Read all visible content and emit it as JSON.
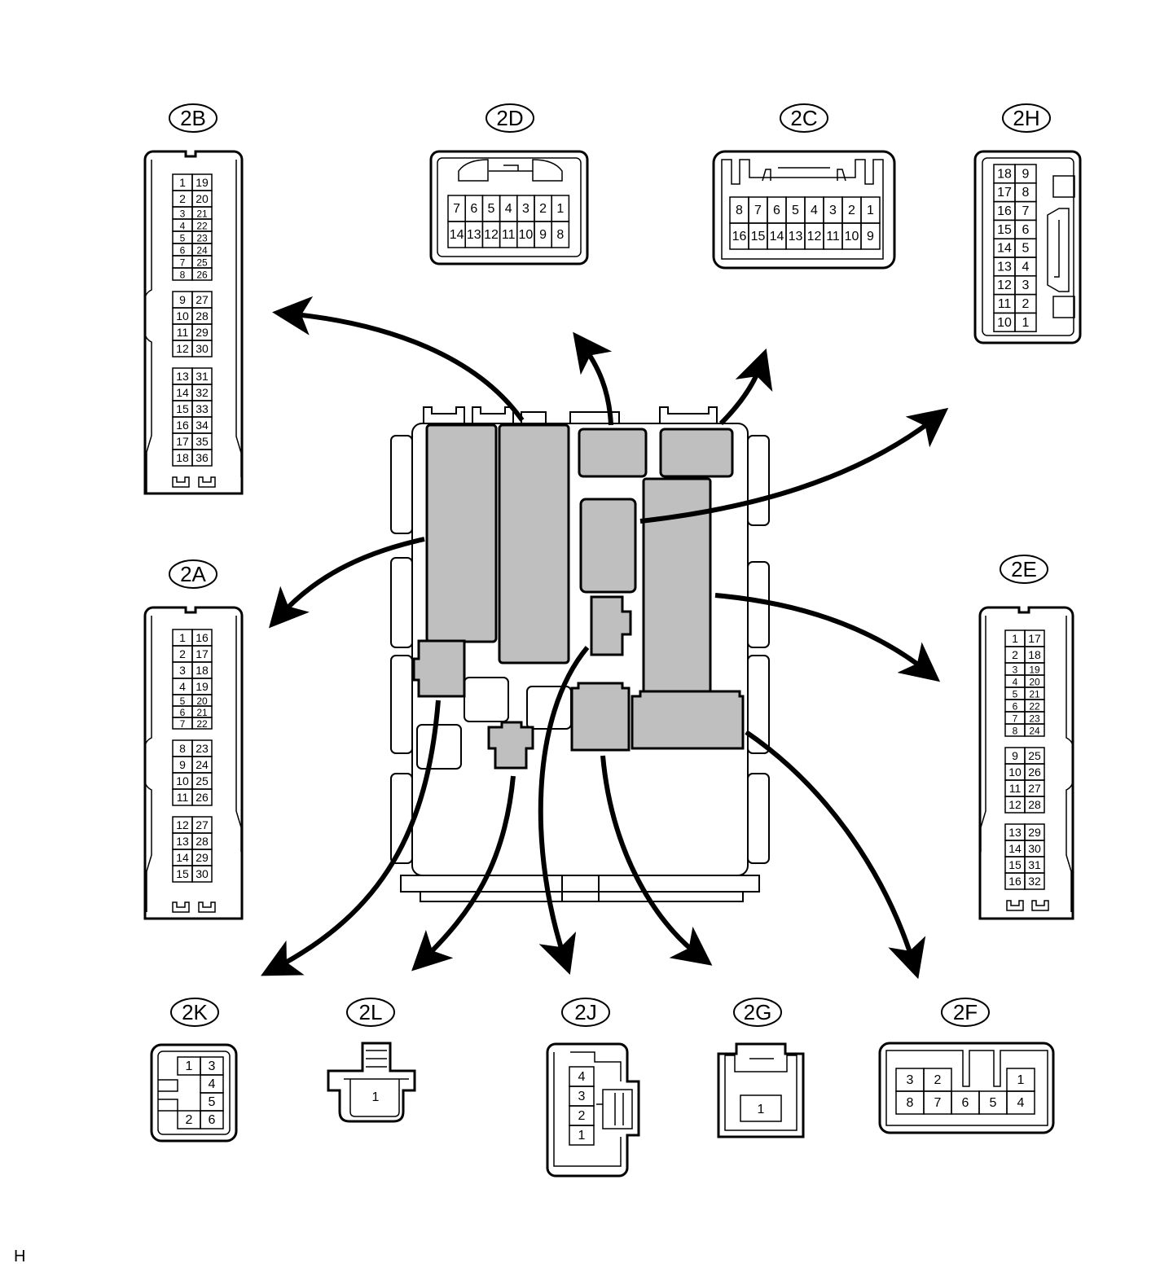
{
  "corner_label": "H",
  "connectors": {
    "2B": {
      "label": "2B",
      "pins": [
        [
          "1",
          "19"
        ],
        [
          "2",
          "20"
        ],
        [
          "3",
          "21"
        ],
        [
          "4",
          "22"
        ],
        [
          "5",
          "23"
        ],
        [
          "6",
          "24"
        ],
        [
          "7",
          "25"
        ],
        [
          "8",
          "26"
        ],
        [
          "9",
          "27"
        ],
        [
          "10",
          "28"
        ],
        [
          "11",
          "29"
        ],
        [
          "12",
          "30"
        ],
        [
          "13",
          "31"
        ],
        [
          "14",
          "32"
        ],
        [
          "15",
          "33"
        ],
        [
          "16",
          "34"
        ],
        [
          "17",
          "35"
        ],
        [
          "18",
          "36"
        ]
      ]
    },
    "2A": {
      "label": "2A",
      "pins": [
        [
          "1",
          "16"
        ],
        [
          "2",
          "17"
        ],
        [
          "3",
          "18"
        ],
        [
          "4",
          "19"
        ],
        [
          "5",
          "20"
        ],
        [
          "6",
          "21"
        ],
        [
          "7",
          "22"
        ],
        [
          "8",
          "23"
        ],
        [
          "9",
          "24"
        ],
        [
          "10",
          "25"
        ],
        [
          "11",
          "26"
        ],
        [
          "12",
          "27"
        ],
        [
          "13",
          "28"
        ],
        [
          "14",
          "29"
        ],
        [
          "15",
          "30"
        ]
      ]
    },
    "2E": {
      "label": "2E",
      "pins": [
        [
          "1",
          "17"
        ],
        [
          "2",
          "18"
        ],
        [
          "3",
          "19"
        ],
        [
          "4",
          "20"
        ],
        [
          "5",
          "21"
        ],
        [
          "6",
          "22"
        ],
        [
          "7",
          "23"
        ],
        [
          "8",
          "24"
        ],
        [
          "9",
          "25"
        ],
        [
          "10",
          "26"
        ],
        [
          "11",
          "27"
        ],
        [
          "12",
          "28"
        ],
        [
          "13",
          "29"
        ],
        [
          "14",
          "30"
        ],
        [
          "15",
          "31"
        ],
        [
          "16",
          "32"
        ]
      ]
    },
    "2D": {
      "label": "2D",
      "rows": [
        [
          "7",
          "6",
          "5",
          "4",
          "3",
          "2",
          "1"
        ],
        [
          "14",
          "13",
          "12",
          "11",
          "10",
          "9",
          "8"
        ]
      ]
    },
    "2C": {
      "label": "2C",
      "rows": [
        [
          "8",
          "7",
          "6",
          "5",
          "4",
          "3",
          "2",
          "1"
        ],
        [
          "16",
          "15",
          "14",
          "13",
          "12",
          "11",
          "10",
          "9"
        ]
      ]
    },
    "2H": {
      "label": "2H",
      "pins": [
        [
          "18",
          "9"
        ],
        [
          "17",
          "8"
        ],
        [
          "16",
          "7"
        ],
        [
          "15",
          "6"
        ],
        [
          "14",
          "5"
        ],
        [
          "13",
          "4"
        ],
        [
          "12",
          "3"
        ],
        [
          "11",
          "2"
        ],
        [
          "10",
          "1"
        ]
      ]
    },
    "2K": {
      "label": "2K",
      "pins": [
        "1",
        "3",
        "4",
        "5",
        "2",
        "6"
      ]
    },
    "2L": {
      "label": "2L",
      "pins": [
        "1"
      ]
    },
    "2J": {
      "label": "2J",
      "pins": [
        "4",
        "3",
        "2",
        "1"
      ]
    },
    "2G": {
      "label": "2G",
      "pins": [
        "1"
      ]
    },
    "2F": {
      "label": "2F",
      "rows": [
        [
          "3",
          "2",
          "1"
        ],
        [
          "8",
          "7",
          "6",
          "5",
          "4"
        ]
      ]
    }
  }
}
